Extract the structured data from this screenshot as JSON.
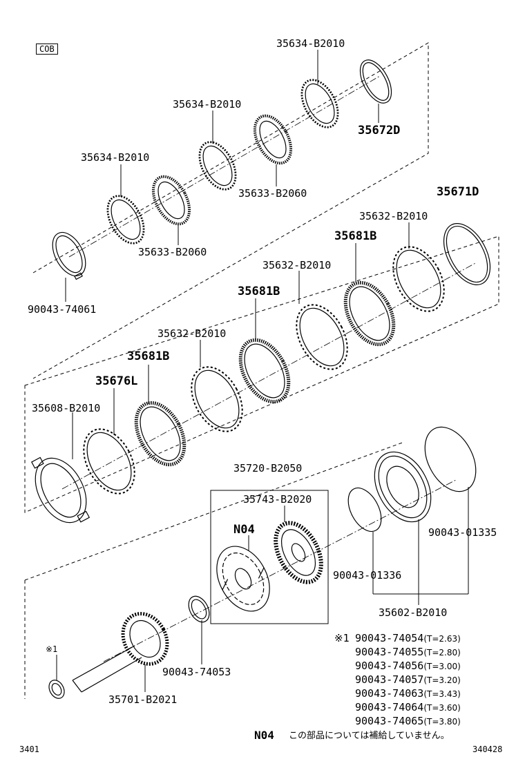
{
  "header": {
    "code_box": "COB"
  },
  "labels": {
    "p35634_top": "35634-B2010",
    "p35672d": "35672D",
    "p35634_mid": "35634-B2010",
    "p35633_a": "35633-B2060",
    "p35634_left": "35634-B2010",
    "p35633_b": "35633-B2060",
    "p90043_74061": "90043-74061",
    "p35671d": "35671D",
    "p35632_a": "35632-B2010",
    "p35681b_a": "35681B",
    "p35632_b": "35632-B2010",
    "p35681b_b": "35681B",
    "p35632_c": "35632-B2010",
    "p35681b_c": "35681B",
    "p35676l": "35676L",
    "p35608": "35608-B2010",
    "p35720": "35720-B2050",
    "p35743": "35743-B2020",
    "n04_label": "N04",
    "p90043_01335": "90043-01335",
    "p90043_01336": "90043-01336",
    "p35602": "35602-B2010",
    "p90043_74053": "90043-74053",
    "p35701": "35701-B2021",
    "ref_mark": "※1"
  },
  "thickness_table": {
    "mark": "※1",
    "rows": [
      {
        "part": "90043-74054",
        "note": "(T=2.63)"
      },
      {
        "part": "90043-74055",
        "note": "(T=2.80)"
      },
      {
        "part": "90043-74056",
        "note": "(T=3.00)"
      },
      {
        "part": "90043-74057",
        "note": "(T=3.20)"
      },
      {
        "part": "90043-74063",
        "note": "(T=3.43)"
      },
      {
        "part": "90043-74064",
        "note": "(T=3.60)"
      },
      {
        "part": "90043-74065",
        "note": "(T=3.80)"
      }
    ]
  },
  "footnote": {
    "code": "N04",
    "text": "この部品については補給していません。"
  },
  "footer": {
    "left": "3401",
    "right": "340428"
  }
}
